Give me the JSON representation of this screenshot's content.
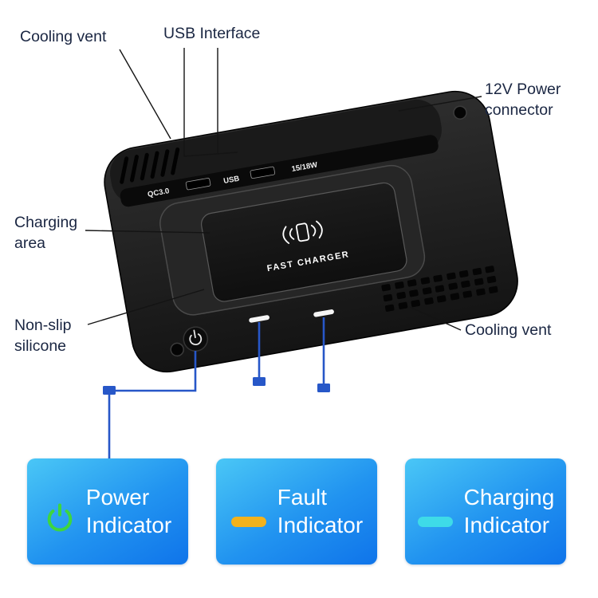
{
  "callouts": {
    "cooling_vent_top": "Cooling vent",
    "usb_interface": "USB Interface",
    "power_connector": "12V Power connector",
    "charging_area": "Charging area",
    "non_slip_silicone": "Non-slip silicone",
    "cooling_vent_right": "Cooling vent"
  },
  "device": {
    "port_labels": [
      "QC3.0",
      "USB",
      "15/18W"
    ],
    "pad_text": "FAST CHARGER"
  },
  "legend": [
    {
      "line1": "Power",
      "line2": "Indicator",
      "icon": "power-symbol",
      "icon_color": "#3ed63e"
    },
    {
      "line1": "Fault",
      "line2": "Indicator",
      "icon": "dash",
      "icon_color": "#f2b21c"
    },
    {
      "line1": "Charging",
      "line2": "Indicator",
      "icon": "dash",
      "icon_color": "#3edbe8"
    }
  ],
  "colors": {
    "label_text": "#1a2642",
    "leader_line": "#141414",
    "connector_line": "#2757c8",
    "legend_gradient_start": "#4ac7f6",
    "legend_gradient_end": "#0f74ea",
    "legend_text": "#ffffff",
    "device_body": "#1e1e1e"
  }
}
